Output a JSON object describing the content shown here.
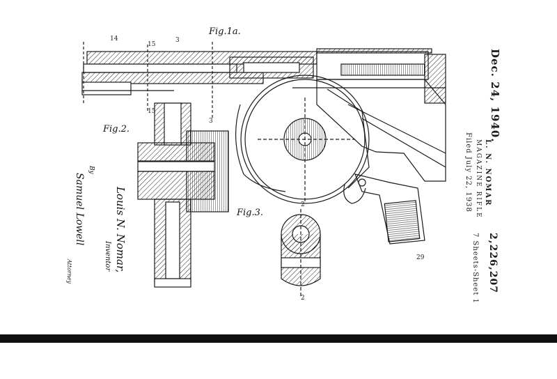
{
  "header": {
    "date": "Dec. 24, 1940.",
    "patentee": "L. N. NOMAR",
    "title": "MAGAZINE RIFLE",
    "filed": "Filed July 22, 1938",
    "patent_number": "2,226,207",
    "sheets": "7 Sheets-Sheet 1"
  },
  "figures": {
    "fig_1a": "Fig.1a.",
    "fig_2": "Fig.2.",
    "fig_3": "Fig.3."
  },
  "signatures": {
    "inventor_name": "Louis N. Nomar,",
    "inventor_label": "Inventor",
    "by": "By",
    "attorney_signature": "Samuel Lowell",
    "attorney_label": "Attorney"
  },
  "colors": {
    "ink": "#1a1a1a",
    "paper": "#ffffff",
    "scan_bar": "#101010"
  }
}
